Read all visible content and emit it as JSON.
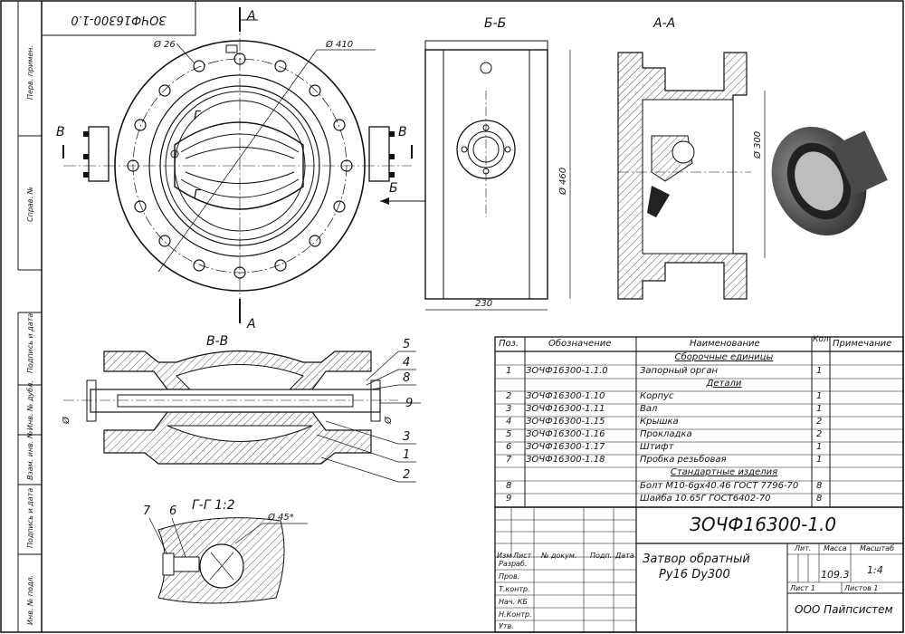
{
  "drawing": {
    "code_top_mirrored": "ЗОЧФ16300-1.0",
    "sections": {
      "bb": "Б-Б",
      "aa": "А-А",
      "vv": "В-В",
      "gg": "Г-Г 1:2"
    },
    "labels": {
      "a_top": "А",
      "a_bottom": "А",
      "v_left": "В",
      "v_right": "В",
      "b_right": "Б",
      "g_top": "Г",
      "g_bottom": "Г"
    },
    "dimensions": {
      "d26": "Ø 26",
      "d410": "Ø 410",
      "d460": "Ø 460",
      "d300": "Ø 300",
      "w230": "230",
      "d45": "Ø 45*",
      "dia_left": "Ø",
      "dia_right": "Ø"
    },
    "callouts": [
      "5",
      "4",
      "8",
      "9",
      "3",
      "1",
      "2",
      "7",
      "6"
    ]
  },
  "side_strip": [
    "Перв. примен.",
    "Справ. №",
    "Подпись и дата",
    "Инв. № дубл.",
    "Взам. инв. №",
    "Подпись и дата",
    "Инв. № подл."
  ],
  "spec": {
    "headers": [
      "Поз.",
      "Обозначение",
      "Наименование",
      "Кол",
      "Примечание"
    ],
    "rows": [
      {
        "type": "section",
        "name": "Сборочные единицы"
      },
      {
        "pos": "1",
        "code": "ЗОЧФ16300-1.1.0",
        "name": "Запорный орган",
        "qty": "1"
      },
      {
        "type": "section",
        "name": "Детали"
      },
      {
        "pos": "2",
        "code": "ЗОЧФ16300-1.10",
        "name": "Корпус",
        "qty": "1"
      },
      {
        "pos": "3",
        "code": "ЗОЧФ16300-1.11",
        "name": "Вал",
        "qty": "1"
      },
      {
        "pos": "4",
        "code": "ЗОЧФ16300-1.15",
        "name": "Крышка",
        "qty": "2"
      },
      {
        "pos": "5",
        "code": "ЗОЧФ16300-1.16",
        "name": "Прокладка",
        "qty": "2"
      },
      {
        "pos": "6",
        "code": "ЗОЧФ16300-1.17",
        "name": "Штифт",
        "qty": "1"
      },
      {
        "pos": "7",
        "code": "ЗОЧФ16300-1.18",
        "name": "Пробка резьбовая",
        "qty": "1"
      },
      {
        "type": "section",
        "name": "Стандартные изделия"
      },
      {
        "pos": "8",
        "code": "",
        "name": "Болт М10-6gх40.46 ГОСТ 7796-70",
        "qty": "8"
      },
      {
        "pos": "9",
        "code": "",
        "name": "Шайба 10.65Г ГОСТ6402-70",
        "qty": "8"
      }
    ]
  },
  "title_block": {
    "doc_code": "ЗОЧФ16300-1.0",
    "title_line1": "Затвор обратный",
    "title_line2": "Ру16 Dу300",
    "col_izm": "Изм",
    "col_list": "Лист",
    "col_docnum": "№ докум.",
    "col_sign": "Подп.",
    "col_date": "Дата",
    "roles": [
      "Разраб.",
      "Пров.",
      "Т.контр.",
      "Нач. КБ",
      "Н.Контр.",
      "Утв."
    ],
    "lit_label": "Лит.",
    "mass_label": "Масса",
    "scale_label": "Масштаб",
    "mass": "109.3",
    "scale": "1:4",
    "sheet": "Лист 1",
    "sheets": "Листов 1",
    "company": "ООО Пайпсистем"
  }
}
